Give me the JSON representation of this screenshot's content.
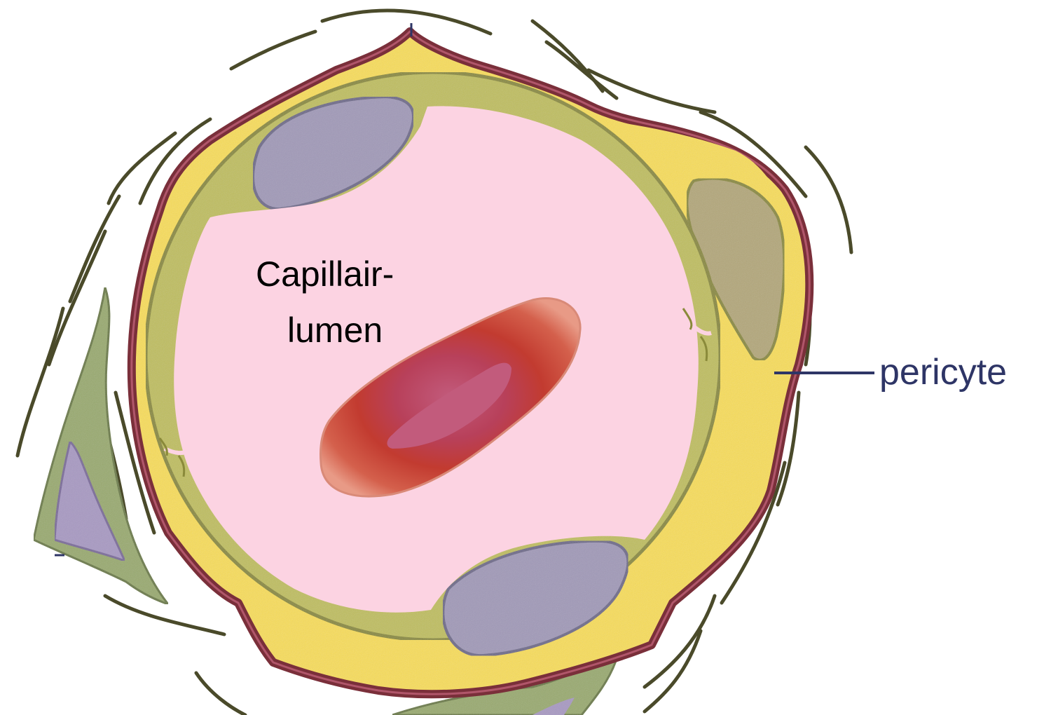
{
  "labels": {
    "lumen_line1": "Capillair-",
    "lumen_line2": "lumen",
    "pericyte": "pericyte"
  },
  "colors": {
    "lumen": "#fcd3e2",
    "endothelium": "#bfbe5f",
    "endothelium_outline": "#8a8a3a",
    "basement_membrane": "#7a2f3a",
    "pericyte_body": "#f6dc58",
    "nucleus_purple": "#a19ab8",
    "nucleus_olive": "#b3a77a",
    "rbc_outer": "#c4423a",
    "rbc_inner": "#c25b7c",
    "fibroblast": "#9aaa70",
    "fibroblast_nucleus": "#a89ac2",
    "fiber": "#4a4a2a",
    "pericyte_label": "#2e3566",
    "lumen_label": "#000000"
  },
  "icons": {
    "rbc": "red-blood-cell",
    "pericyte_pointer": "leader-line"
  }
}
